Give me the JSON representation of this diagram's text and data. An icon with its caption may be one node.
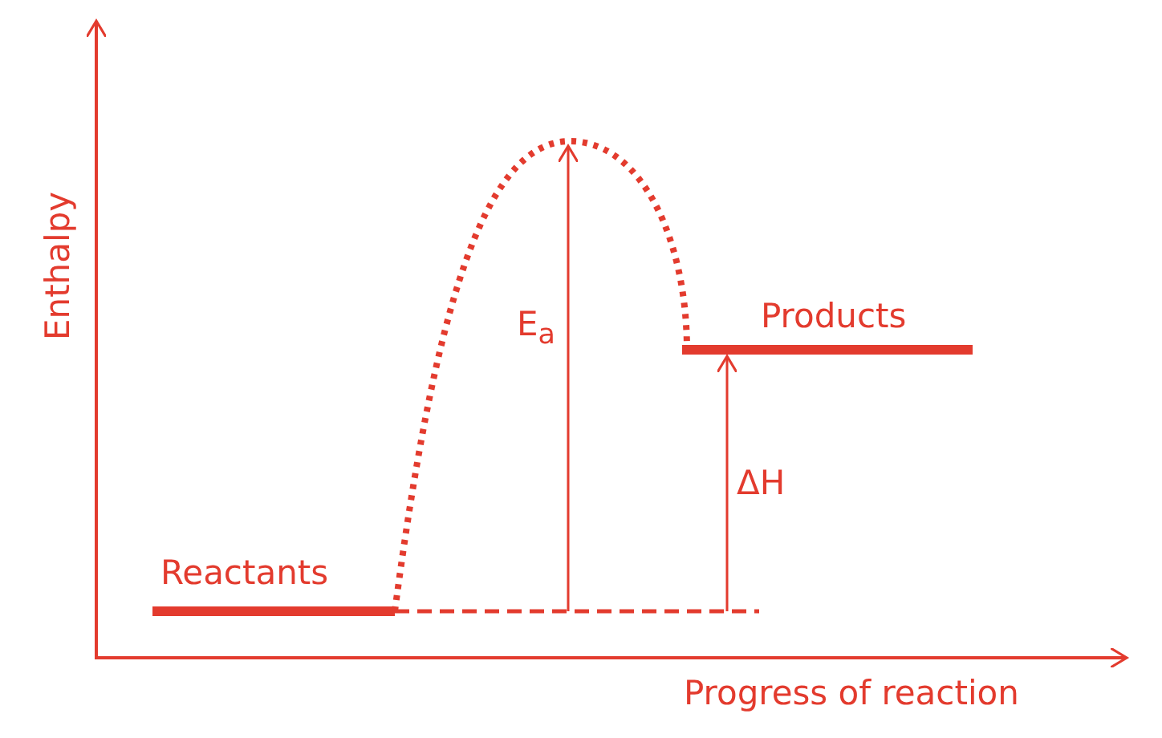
{
  "diagram": {
    "labels": [
      "Enthalpy",
      "Progress of reaction",
      "Reactants",
      "Products",
      "E$_{a}$",
      "ΔH"
    ]
  }
}
